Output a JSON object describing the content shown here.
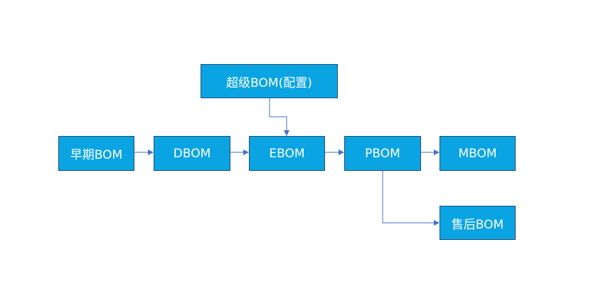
{
  "colors": {
    "node_fill": "#0ba4e2",
    "node_border": "#1f4e79",
    "node_text": "#ffffff",
    "connector": "#4472c4"
  },
  "nodes": {
    "super_bom": "超级BOM(配置)",
    "early_bom": "早期BOM",
    "dbom": "DBOM",
    "ebom": "EBOM",
    "pbom": "PBOM",
    "mbom": "MBOM",
    "after_sales_bom": "售后BOM"
  },
  "edges": [
    {
      "from": "early_bom",
      "to": "dbom"
    },
    {
      "from": "dbom",
      "to": "ebom"
    },
    {
      "from": "ebom",
      "to": "pbom"
    },
    {
      "from": "pbom",
      "to": "mbom"
    },
    {
      "from": "super_bom",
      "to": "ebom"
    },
    {
      "from": "pbom",
      "to": "after_sales_bom"
    }
  ]
}
